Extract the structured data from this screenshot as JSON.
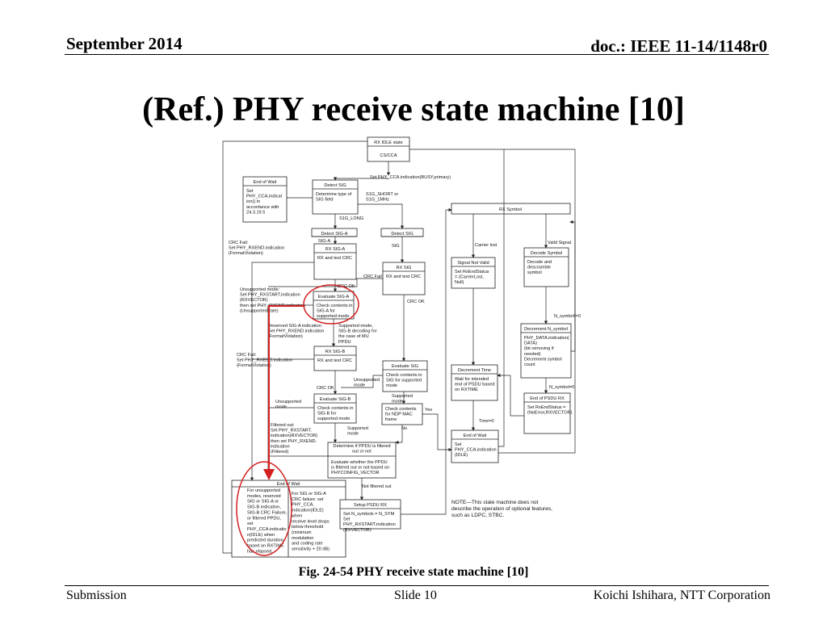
{
  "header": {
    "date": "September 2014",
    "doc_id": "doc.: IEEE 11-14/1148r0"
  },
  "title": "(Ref.) PHY receive state machine [10]",
  "figure": {
    "idle_state": "RX IDLE state",
    "cs_cca": "CS/CCA",
    "busy_label": "Set PHY_CCA.indication(BUSY,primary)",
    "end_of_wait_1": "End of Wait",
    "end_of_wait_1_body": [
      "Set",
      "PHY_CCA.indicat",
      "ion() in",
      "accordance with",
      "24.3.19.5"
    ],
    "detect_sig": "Detect SIG",
    "detect_sig_body": [
      "Determine type of",
      "SIG field"
    ],
    "s1g_short": [
      "S1G_SHORT or",
      "S1G_1MHz"
    ],
    "s1g_long": "S1G_LONG",
    "detect_sig_a": "Detect SIG-A",
    "detect_sig_2": "Detect SIG",
    "sig_a": "SIG-A",
    "sig": "SIG",
    "rx_sig_a": "RX SIG-A",
    "rx_test_crc": "RX and test CRC",
    "rx_sig": "RX SIG",
    "crc_fail_1": [
      "CRC Fail:",
      "Set PHY_RXEND.indication",
      "(FormatViolation)"
    ],
    "crc_fail_2": "CRC Fail",
    "crc_ok_1": "CRC OK",
    "crc_ok_2": "CRC OK",
    "unsupported_1": [
      "Unsupported mode:",
      "Set PHY_RXSTART.indication",
      "(RXVECTOR)",
      "then set PHY_RXEND.indication",
      "(UnsupportedRate)"
    ],
    "eval_sig_a": "Evaluate SIG-A",
    "eval_sig_a_body": [
      "Check contents in",
      "SIG-A for",
      "supported mode"
    ],
    "reserved_sig_a": [
      "Reserved SIG-A indication:",
      "Set PHY_RXEND.indication",
      "(FormatViolation)"
    ],
    "supported_mode_1": [
      "Supported mode,",
      "SIG-B decoding for",
      "the case of MU",
      "PPDU"
    ],
    "rx_sig_b": "RX SIG-B",
    "crc_fail_3": [
      "CRC Fail:",
      "Set PHY_RXEND.indication",
      "(FormatViolation)"
    ],
    "evaluate_sig": "Evaluate SIG",
    "evaluate_sig_body": [
      "Check contents in",
      "SIG for supported",
      "mode"
    ],
    "unsupported_mode": [
      "Unsupported",
      "mode"
    ],
    "crc_ok_3": "CRC OK",
    "supported_mode_2": [
      "Supported",
      "mode"
    ],
    "eval_sig_b": "Evaluate SIG-B",
    "eval_sig_b_body": [
      "Check contents in",
      "SIG-B for",
      "supported mode"
    ],
    "check_ndp": [
      "Check contents",
      "for NDP MAC",
      "frame"
    ],
    "yes": "Yes",
    "no": "No",
    "supported_mode_3": [
      "Supported",
      "mode"
    ],
    "filtered_out": [
      "Filtered out:",
      "Set PHY_RXSTART.",
      "indication(RXVECTOR)",
      "then set PHY_RXEND.",
      "indication",
      "(Filtered)"
    ],
    "determine_ppdu": [
      "Determine if PPDU is filtered",
      "out or not"
    ],
    "determine_ppdu_body": [
      "Evaluate whether the PPDU",
      "is filtered out or not based on",
      "PHYCONFIG_VECTOR"
    ],
    "not_filtered_out": "Not filtered out",
    "end_of_wait_2": "End of Wait",
    "end_of_wait_2_left": [
      "For unsupported",
      "modes, reserved",
      "SIG or SIG-A or",
      "SIG-B indication,",
      "SIG-B CRC Failure,",
      "or filtered PPDU,",
      "set",
      "PHY_CCA.indicatio",
      "n(IDLE) when",
      "predicted duration",
      "based on RXTIME",
      "has elapsed."
    ],
    "end_of_wait_2_right": [
      "For SIG or SIG-A",
      "CRC failure: set",
      "PHY_CCA.",
      "indication(IDLE)",
      "when",
      "receive level drops",
      "below threshold",
      "(minimum",
      "modulation",
      "and coding rate",
      "sensitivity + 20 dB)"
    ],
    "setup_psdu": "Setup PSDU RX",
    "setup_psdu_body": [
      "Set N_symbols = N_SYM",
      "Set",
      "PHY_RXSTART.indication",
      "(RXVECTOR)"
    ],
    "rx_symbol": "RX Symbol",
    "carrier_lost": "Carrier lost",
    "valid_signal": "Valid Signal",
    "signal_not_valid": "Signal Not Valid",
    "signal_not_valid_body": [
      "Set RxEndStatus",
      "= (CarrierLost,",
      "Null)"
    ],
    "decode_symbol": "Decode Symbol",
    "decode_symbol_body": [
      "Decode and",
      "descramble",
      "symbol"
    ],
    "n_symbol_neq": "N_symbol!=0",
    "decrement_n": "Decrement N_symbol",
    "decrement_n_body": [
      "PHY_DATA.indication(",
      "DATA)",
      "(bit removing if",
      "needed)",
      "Decrement symbol",
      "count"
    ],
    "decrement_time": "Decrement Time",
    "decrement_time_body": [
      "Wait for intended",
      "end of PSDU based",
      "on RXTIME"
    ],
    "n_symbol_eq": "N_symbol=0",
    "end_of_psdu": "End of PSDU RX",
    "end_of_psdu_body": [
      "Set RxEndStatus  =",
      "(NoError,RXVECTOR)"
    ],
    "time_zero": "Time=0",
    "end_of_wait_3": "End of Wait",
    "end_of_wait_3_body": [
      "Set",
      "PHY_CCA.indication",
      "(IDLE)"
    ],
    "note": [
      "NOTE—This state machine does not",
      "describe the operation of optional features,",
      "such as LDPC, STBC."
    ]
  },
  "caption": "Fig. 24-54 PHY receive state machine [10]",
  "footer": {
    "left": "Submission",
    "center": "Slide 10",
    "right": "Koichi Ishihara, NTT Corporation"
  },
  "colors": {
    "highlight": "#d42020",
    "line": "#222222"
  }
}
